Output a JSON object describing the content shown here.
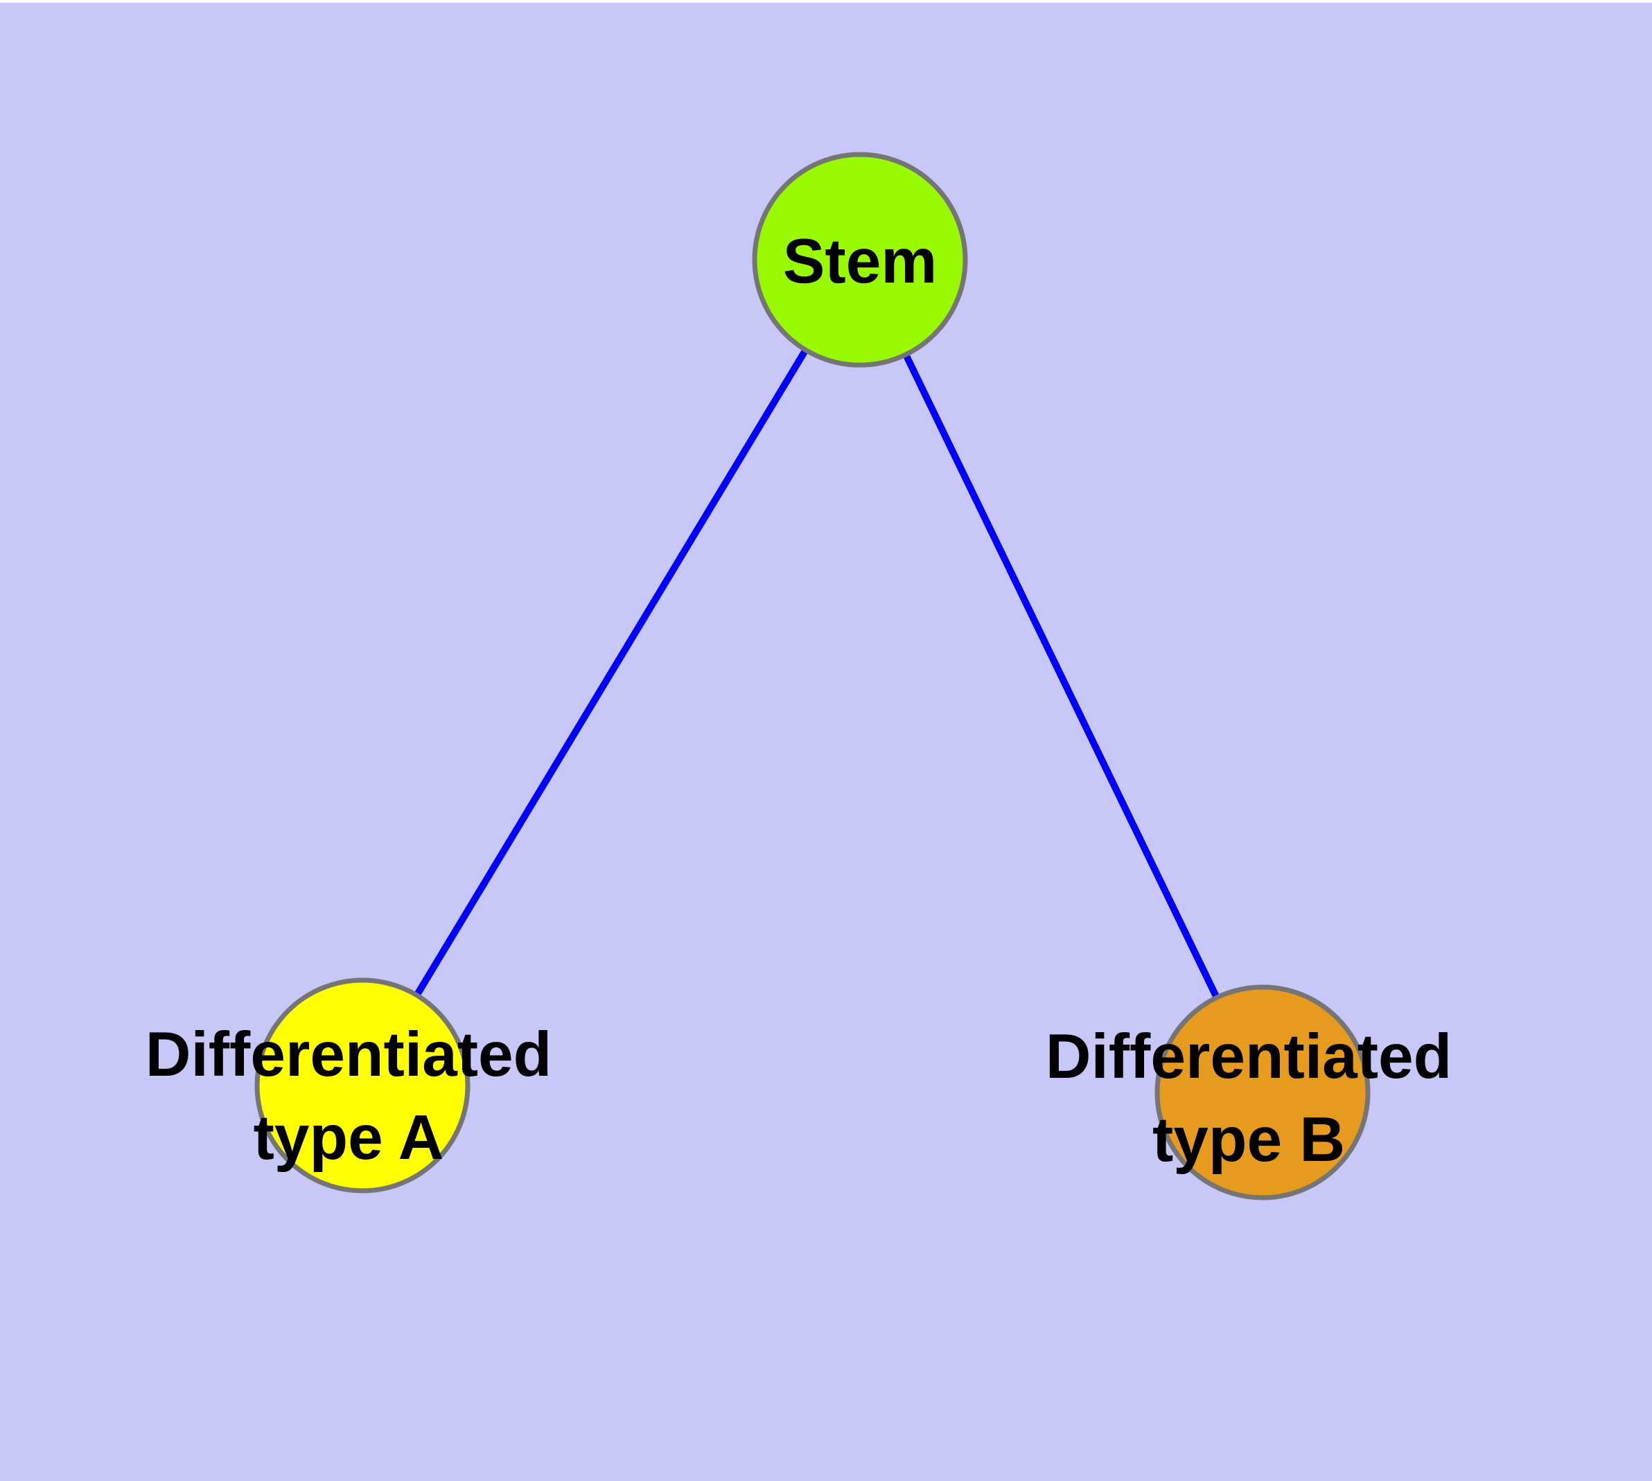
{
  "figure": {
    "type": "node-link-diagram",
    "background_color": "#C8C8F8",
    "top_margin_color": "#FFFFFF",
    "text_color": "#000000",
    "node_border_color": "#757575",
    "edge_color": "#0000FF"
  },
  "graph": {
    "nodes": [
      {
        "id": "stem",
        "label": "Stem",
        "fill": "#99FA00"
      },
      {
        "id": "differentiated-type-a",
        "label": "Differentiated type A",
        "label_line1": "Differentiated",
        "label_line2": "type A",
        "fill": "#FFFF00"
      },
      {
        "id": "differentiated-type-b",
        "label": "Differentiated type B",
        "label_line1": "Differentiated",
        "label_line2": "type B",
        "fill": "#E69A1E"
      }
    ],
    "edges": [
      {
        "from": "Stem",
        "to": "Differentiated type A"
      },
      {
        "from": "Stem",
        "to": "Differentiated type B"
      }
    ]
  }
}
